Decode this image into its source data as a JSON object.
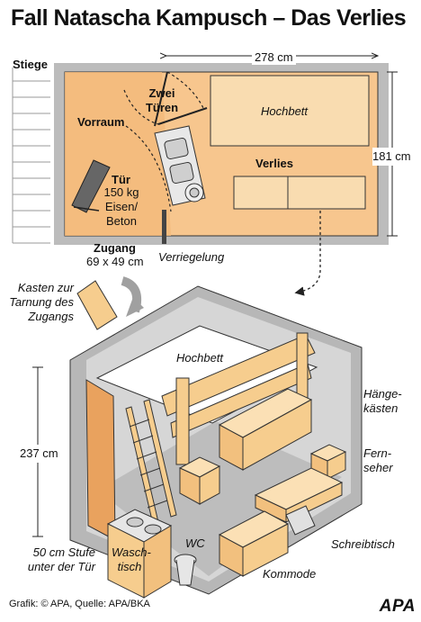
{
  "title": "Fall Natascha Kampusch – Das Verlies",
  "labels": {
    "stiege": "Stiege",
    "width": "278 cm",
    "depth": "181 cm",
    "zwei_tueren": "Zwei Türen",
    "hochbett_top": "Hochbett",
    "vorraum": "Vorraum",
    "verlies": "Verlies",
    "tuer": "Tür",
    "tuer_details": "150 kg Eisen/ Beton",
    "zugang": "Zugang",
    "zugang_size": "69 x 49 cm",
    "verriegelung": "Verriegelung",
    "kasten": "Kasten zur Tarnung des Zugangs",
    "hochbett_3d": "Hochbett",
    "haengekaesten": "Hänge- kästen",
    "height": "237 cm",
    "fernseher": "Fern- seher",
    "schreibtisch": "Schreibtisch",
    "stufe": "50 cm Stufe unter der Tür",
    "waschtisch": "Wasch- tisch",
    "wc": "WC",
    "kommode": "Kommode"
  },
  "credit": "Grafik: © APA, Quelle: APA/BKA",
  "logo": "APA",
  "colors": {
    "wall_gray": "#b8b8b8",
    "floor_orange": "#f7c68e",
    "furniture": "#f6cd8e",
    "outline": "#222222",
    "arrow_gray": "#a0a0a0"
  }
}
